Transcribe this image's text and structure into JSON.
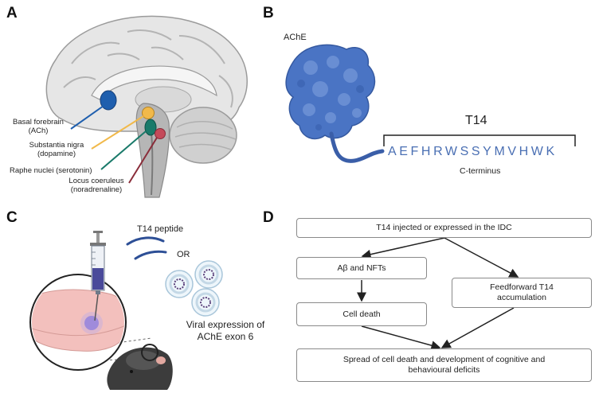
{
  "panels": {
    "a": {
      "letter": "A",
      "labels": [
        {
          "line1": "Basal forebrain",
          "line2": "(ACh)"
        },
        {
          "line1": "Substantia nigra",
          "line2": "(dopamine)"
        },
        {
          "line1": "Raphe nuclei (serotonin)",
          "line2": ""
        },
        {
          "line1": "Locus coeruleus",
          "line2": "(noradrenaline)"
        }
      ],
      "colors": {
        "basal": "#1f5fae",
        "nigra": "#f1b94a",
        "raphe": "#1a7a6a",
        "locus": "#c44a5a"
      }
    },
    "b": {
      "letter": "B",
      "protein_label": "AChE",
      "peptide_title": "T14",
      "sequence": "AEFHRWSSYMVHWK",
      "terminus_label": "C-terminus",
      "protein_color": "#4a74c4"
    },
    "c": {
      "letter": "C",
      "peptide_label": "T14 peptide",
      "or_label": "OR",
      "viral_line1": "Viral expression of",
      "viral_line2": "AChE exon 6"
    },
    "d": {
      "letter": "D",
      "boxes": {
        "top": "T14 injected or expressed in the IDC",
        "abeta": "Aβ and NFTs",
        "feedforward_line1": "Feedforward T14",
        "feedforward_line2": "accumulation",
        "celldeath": "Cell death",
        "spread_line1": "Spread of cell death and development of cognitive and",
        "spread_line2": "behavioural deficits"
      }
    }
  }
}
